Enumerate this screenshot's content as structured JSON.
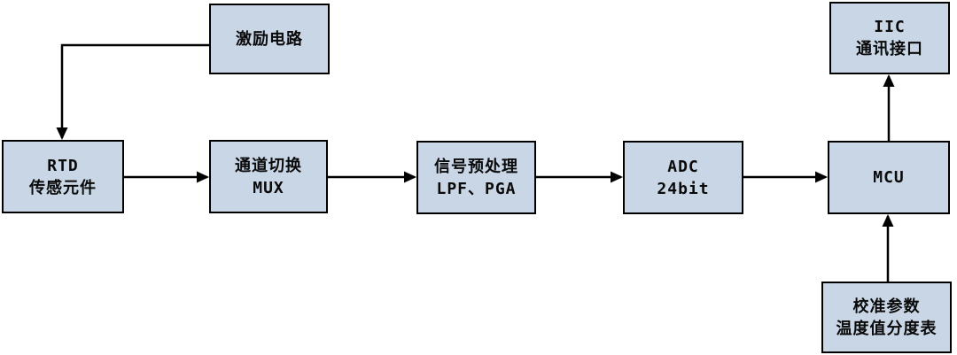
{
  "diagram": {
    "nodes": {
      "excitation": {
        "line1": "激励电路",
        "line2": ""
      },
      "rtd": {
        "line1": "RTD",
        "line2": "传感元件"
      },
      "mux": {
        "line1": "通道切换",
        "line2": "MUX"
      },
      "preprocess": {
        "line1": "信号预处理",
        "line2": "LPF、PGA"
      },
      "adc": {
        "line1": "ADC",
        "line2": "24bit"
      },
      "mcu": {
        "line1": "MCU",
        "line2": ""
      },
      "iic": {
        "line1": "IIC",
        "line2": "通讯接口"
      },
      "calibration": {
        "line1": "校准参数",
        "line2": "温度值分度表"
      }
    },
    "edges": [
      {
        "from": "excitation",
        "to": "rtd"
      },
      {
        "from": "rtd",
        "to": "mux"
      },
      {
        "from": "mux",
        "to": "preprocess"
      },
      {
        "from": "preprocess",
        "to": "adc"
      },
      {
        "from": "adc",
        "to": "mcu"
      },
      {
        "from": "mcu",
        "to": "iic"
      },
      {
        "from": "calibration",
        "to": "mcu"
      }
    ],
    "colors": {
      "node_fill": "#c8d6e6",
      "node_border": "#000000",
      "arrow": "#000000",
      "background": "#ffffff"
    }
  }
}
